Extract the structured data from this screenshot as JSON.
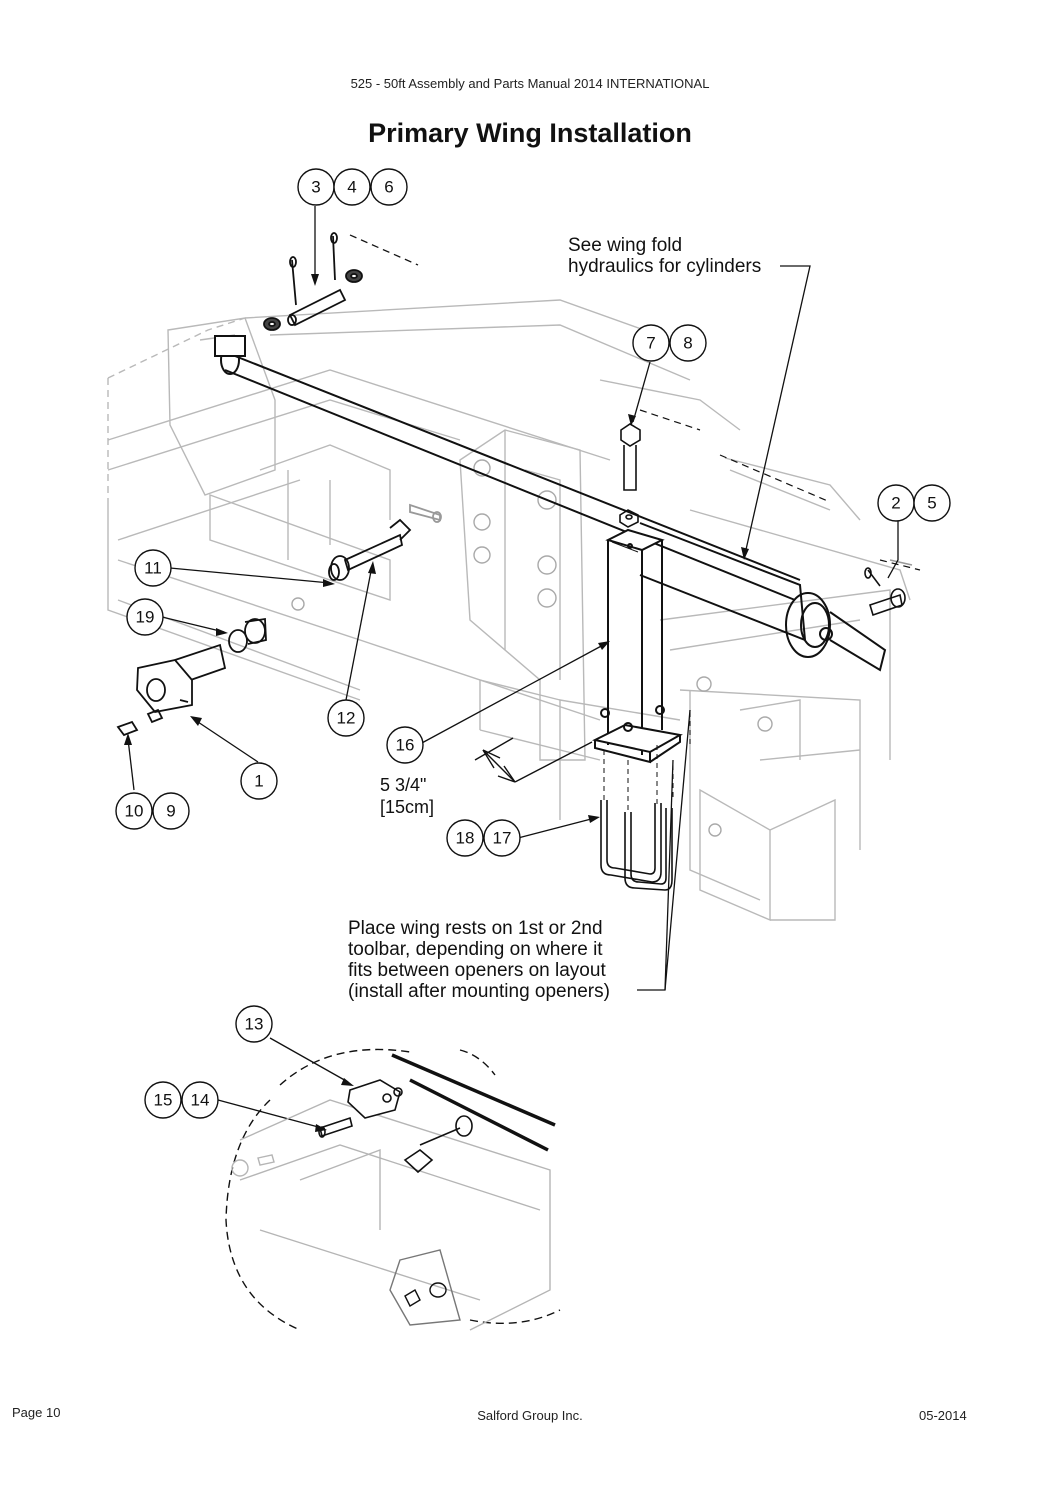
{
  "header": {
    "manual_title": "525 - 50ft Assembly and Parts Manual 2014 INTERNATIONAL"
  },
  "title": "Primary Wing Installation",
  "callouts": [
    {
      "id": "c3",
      "label": "3"
    },
    {
      "id": "c4",
      "label": "4"
    },
    {
      "id": "c6",
      "label": "6"
    },
    {
      "id": "c7",
      "label": "7"
    },
    {
      "id": "c8",
      "label": "8"
    },
    {
      "id": "c2",
      "label": "2"
    },
    {
      "id": "c5",
      "label": "5"
    },
    {
      "id": "c11",
      "label": "11"
    },
    {
      "id": "c19",
      "label": "19"
    },
    {
      "id": "c12",
      "label": "12"
    },
    {
      "id": "c16",
      "label": "16"
    },
    {
      "id": "c1",
      "label": "1"
    },
    {
      "id": "c10",
      "label": "10"
    },
    {
      "id": "c9",
      "label": "9"
    },
    {
      "id": "c18",
      "label": "18"
    },
    {
      "id": "c17",
      "label": "17"
    },
    {
      "id": "c13",
      "label": "13"
    },
    {
      "id": "c15",
      "label": "15"
    },
    {
      "id": "c14",
      "label": "14"
    }
  ],
  "notes": {
    "hydraulics": "See wing fold\nhydraulics for cylinders",
    "wing_rests": "Place wing rests on 1st or 2nd\ntoolbar, depending on where it\nfits between openers on layout\n(install after mounting openers)",
    "dimension": "5 3/4\"\n[15cm]"
  },
  "footer": {
    "page": "Page 10",
    "company": "Salford Group Inc.",
    "date": "05-2014"
  }
}
